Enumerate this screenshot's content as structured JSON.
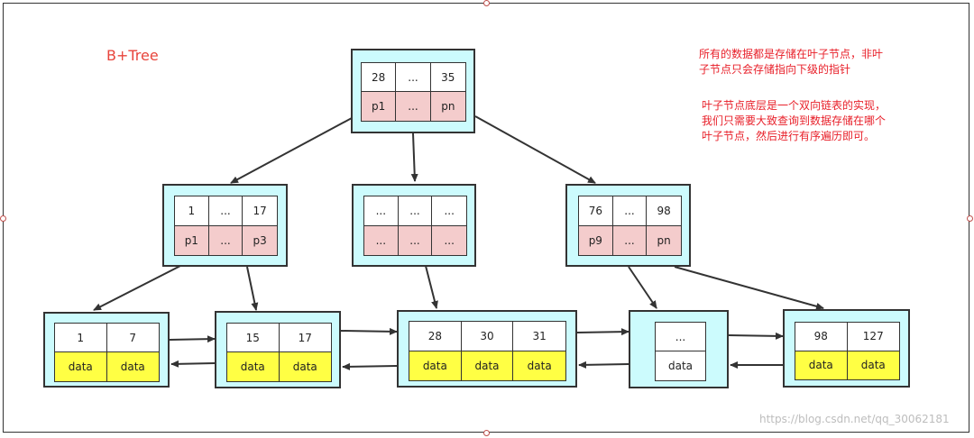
{
  "diagram": {
    "title": "B+Tree",
    "notes": {
      "line1": "所有的数据都是存储在叶子节点，非叶",
      "line2": "子节点只会存储指向下级的指针",
      "line3": "叶子节点底层是一个双向链表的实现，",
      "line4": "我们只需要大致查询到数据存储在哪个",
      "line5": "叶子节点，然后进行有序遍历即可。"
    },
    "root": {
      "keys": [
        "28",
        "...",
        "35"
      ],
      "pointers": [
        "p1",
        "...",
        "pn"
      ]
    },
    "internal": [
      {
        "keys": [
          "1",
          "...",
          "17"
        ],
        "pointers": [
          "p1",
          "...",
          "p3"
        ]
      },
      {
        "keys": [
          "...",
          "...",
          "..."
        ],
        "pointers": [
          "...",
          "...",
          "..."
        ]
      },
      {
        "keys": [
          "76",
          "...",
          "98"
        ],
        "pointers": [
          "p9",
          "...",
          "pn"
        ]
      }
    ],
    "leaves": [
      {
        "keys": [
          "1",
          "7"
        ],
        "data": [
          "data",
          "data"
        ]
      },
      {
        "keys": [
          "15",
          "17"
        ],
        "data": [
          "data",
          "data"
        ]
      },
      {
        "keys": [
          "28",
          "30",
          "31"
        ],
        "data": [
          "data",
          "data",
          "data"
        ]
      },
      {
        "keys": [
          "..."
        ],
        "data": [
          "data"
        ]
      },
      {
        "keys": [
          "98",
          "127"
        ],
        "data": [
          "data",
          "data"
        ]
      }
    ],
    "watermark": "https://blog.csdn.net/qq_30062181"
  }
}
